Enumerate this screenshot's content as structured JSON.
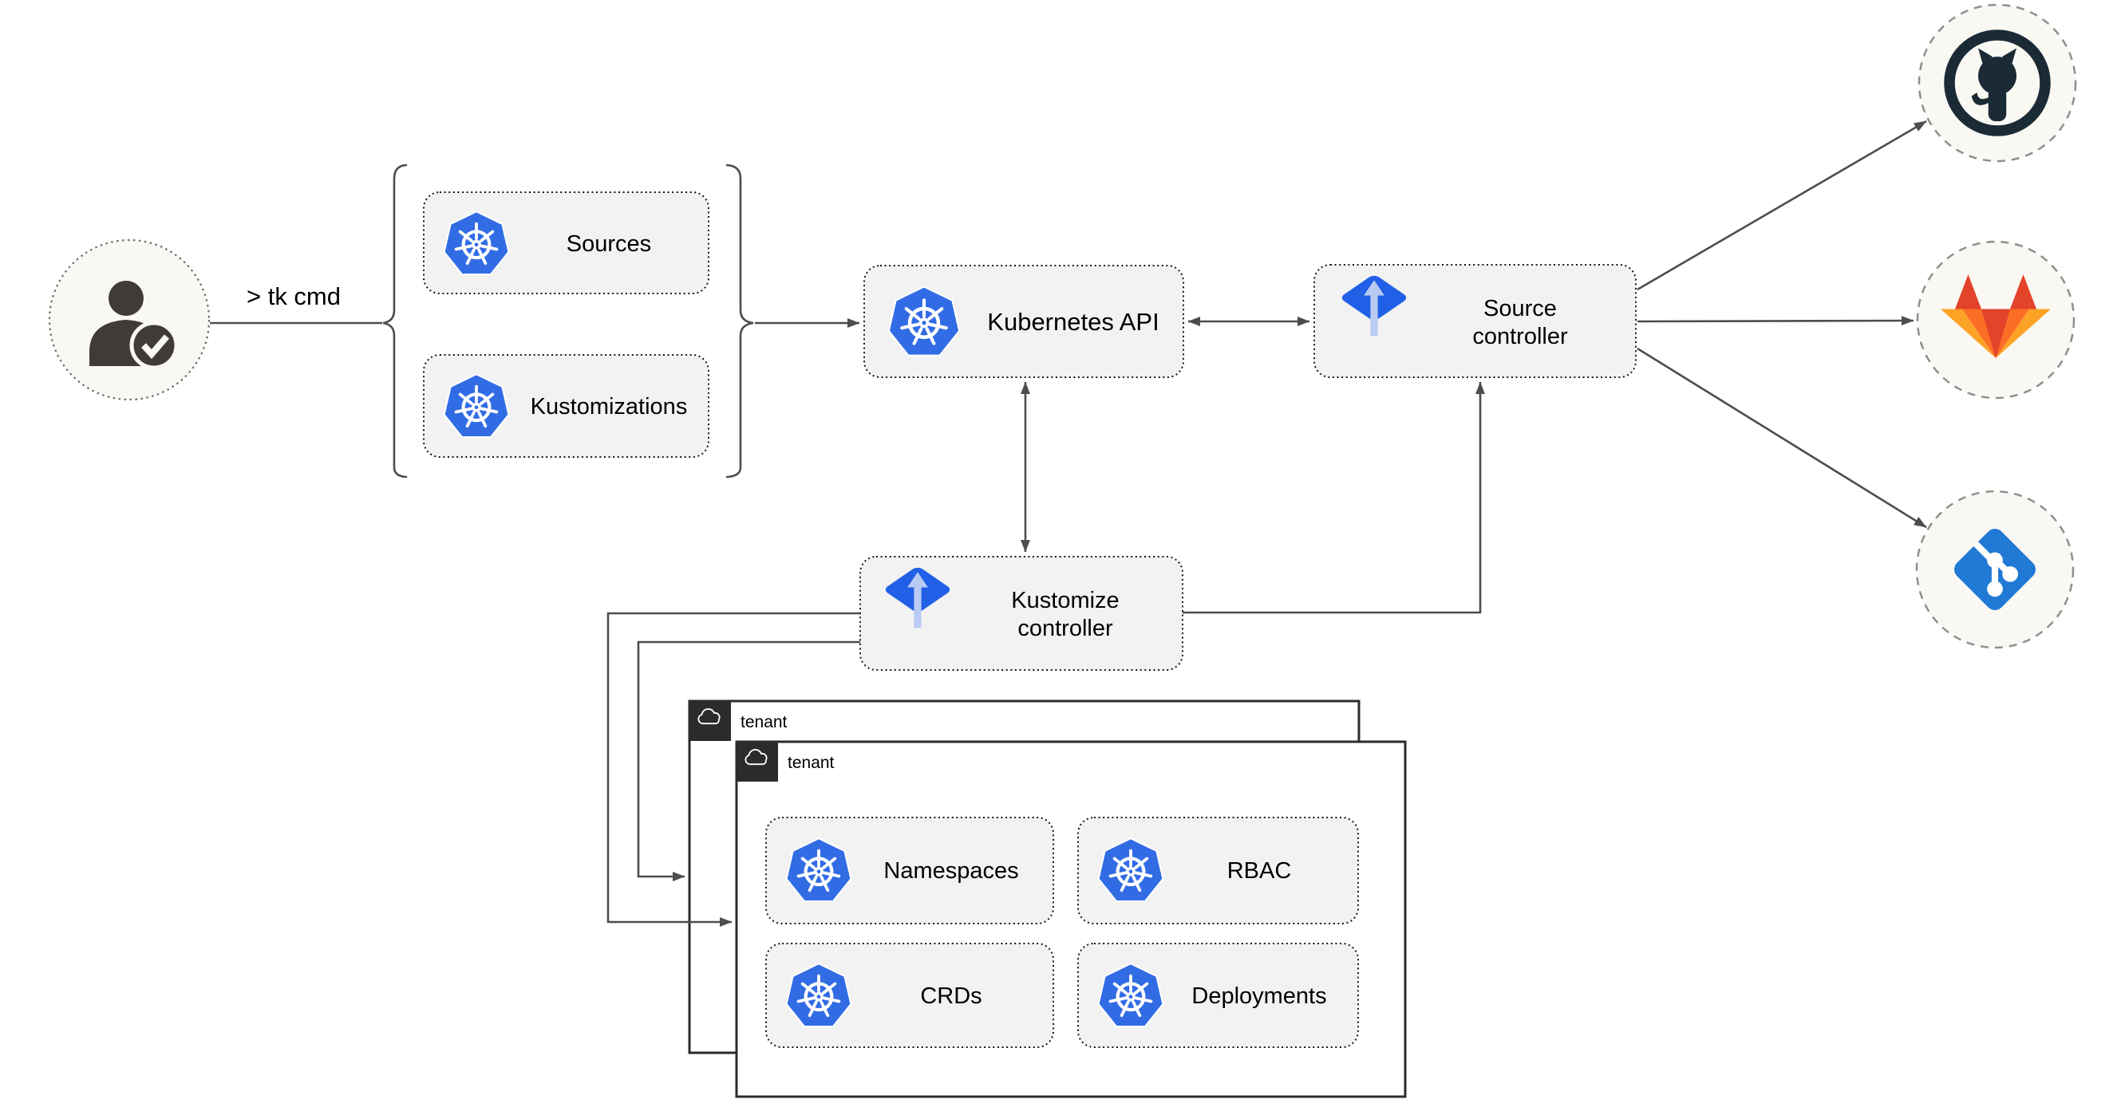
{
  "user": {
    "command": "> tk cmd"
  },
  "toolkit_group": {
    "sources": "Sources",
    "kustomizations": "Kustomizations"
  },
  "kubernetes_api": {
    "label": "Kubernetes API"
  },
  "source_controller": {
    "line1": "Source",
    "line2": "controller"
  },
  "kustomize_controller": {
    "line1": "Kustomize",
    "line2": "controller"
  },
  "tenants": {
    "back": {
      "label": "tenant"
    },
    "front": {
      "label": "tenant"
    },
    "resources": {
      "namespaces": "Namespaces",
      "rbac": "RBAC",
      "crds": "CRDs",
      "deployments": "Deployments"
    }
  },
  "icons": {
    "user": "user-check-icon",
    "kubernetes": "kubernetes-icon",
    "flux": "flux-toolkit-icon",
    "cloud": "cloud-icon",
    "github": "github-icon",
    "gitlab": "gitlab-icon",
    "git": "git-icon"
  },
  "colors": {
    "kubernetes_blue": "#326CE5",
    "flux_blue": "#2160E6",
    "flux_arrow_light": "#B9CBF2",
    "github_dark": "#1B2B36",
    "gitlab_red": "#E24329",
    "gitlab_orange": "#FC6D26",
    "gitlab_light_orange": "#FCA326",
    "git_blue": "#2079D5",
    "box_fill": "#F2F2F2",
    "connector_gray": "#4D4D4D",
    "tenant_border": "#2B2B2B",
    "circle_fill": "#FAF8F3"
  }
}
